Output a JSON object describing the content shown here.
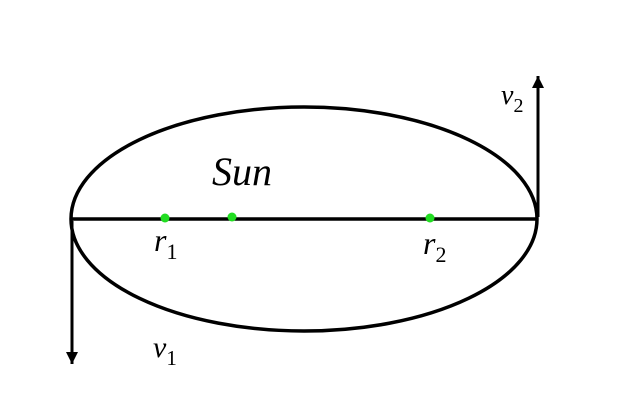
{
  "diagram": {
    "sun_label": "Sun",
    "r1": {
      "base": "r",
      "sub": "1"
    },
    "r2": {
      "base": "r",
      "sub": "2"
    },
    "v1": {
      "base": "v",
      "sub": "1"
    },
    "v2": {
      "base": "v",
      "sub": "2"
    }
  },
  "colors": {
    "stroke": "#000000",
    "point": "#22dd22",
    "background": "#ffffff"
  }
}
